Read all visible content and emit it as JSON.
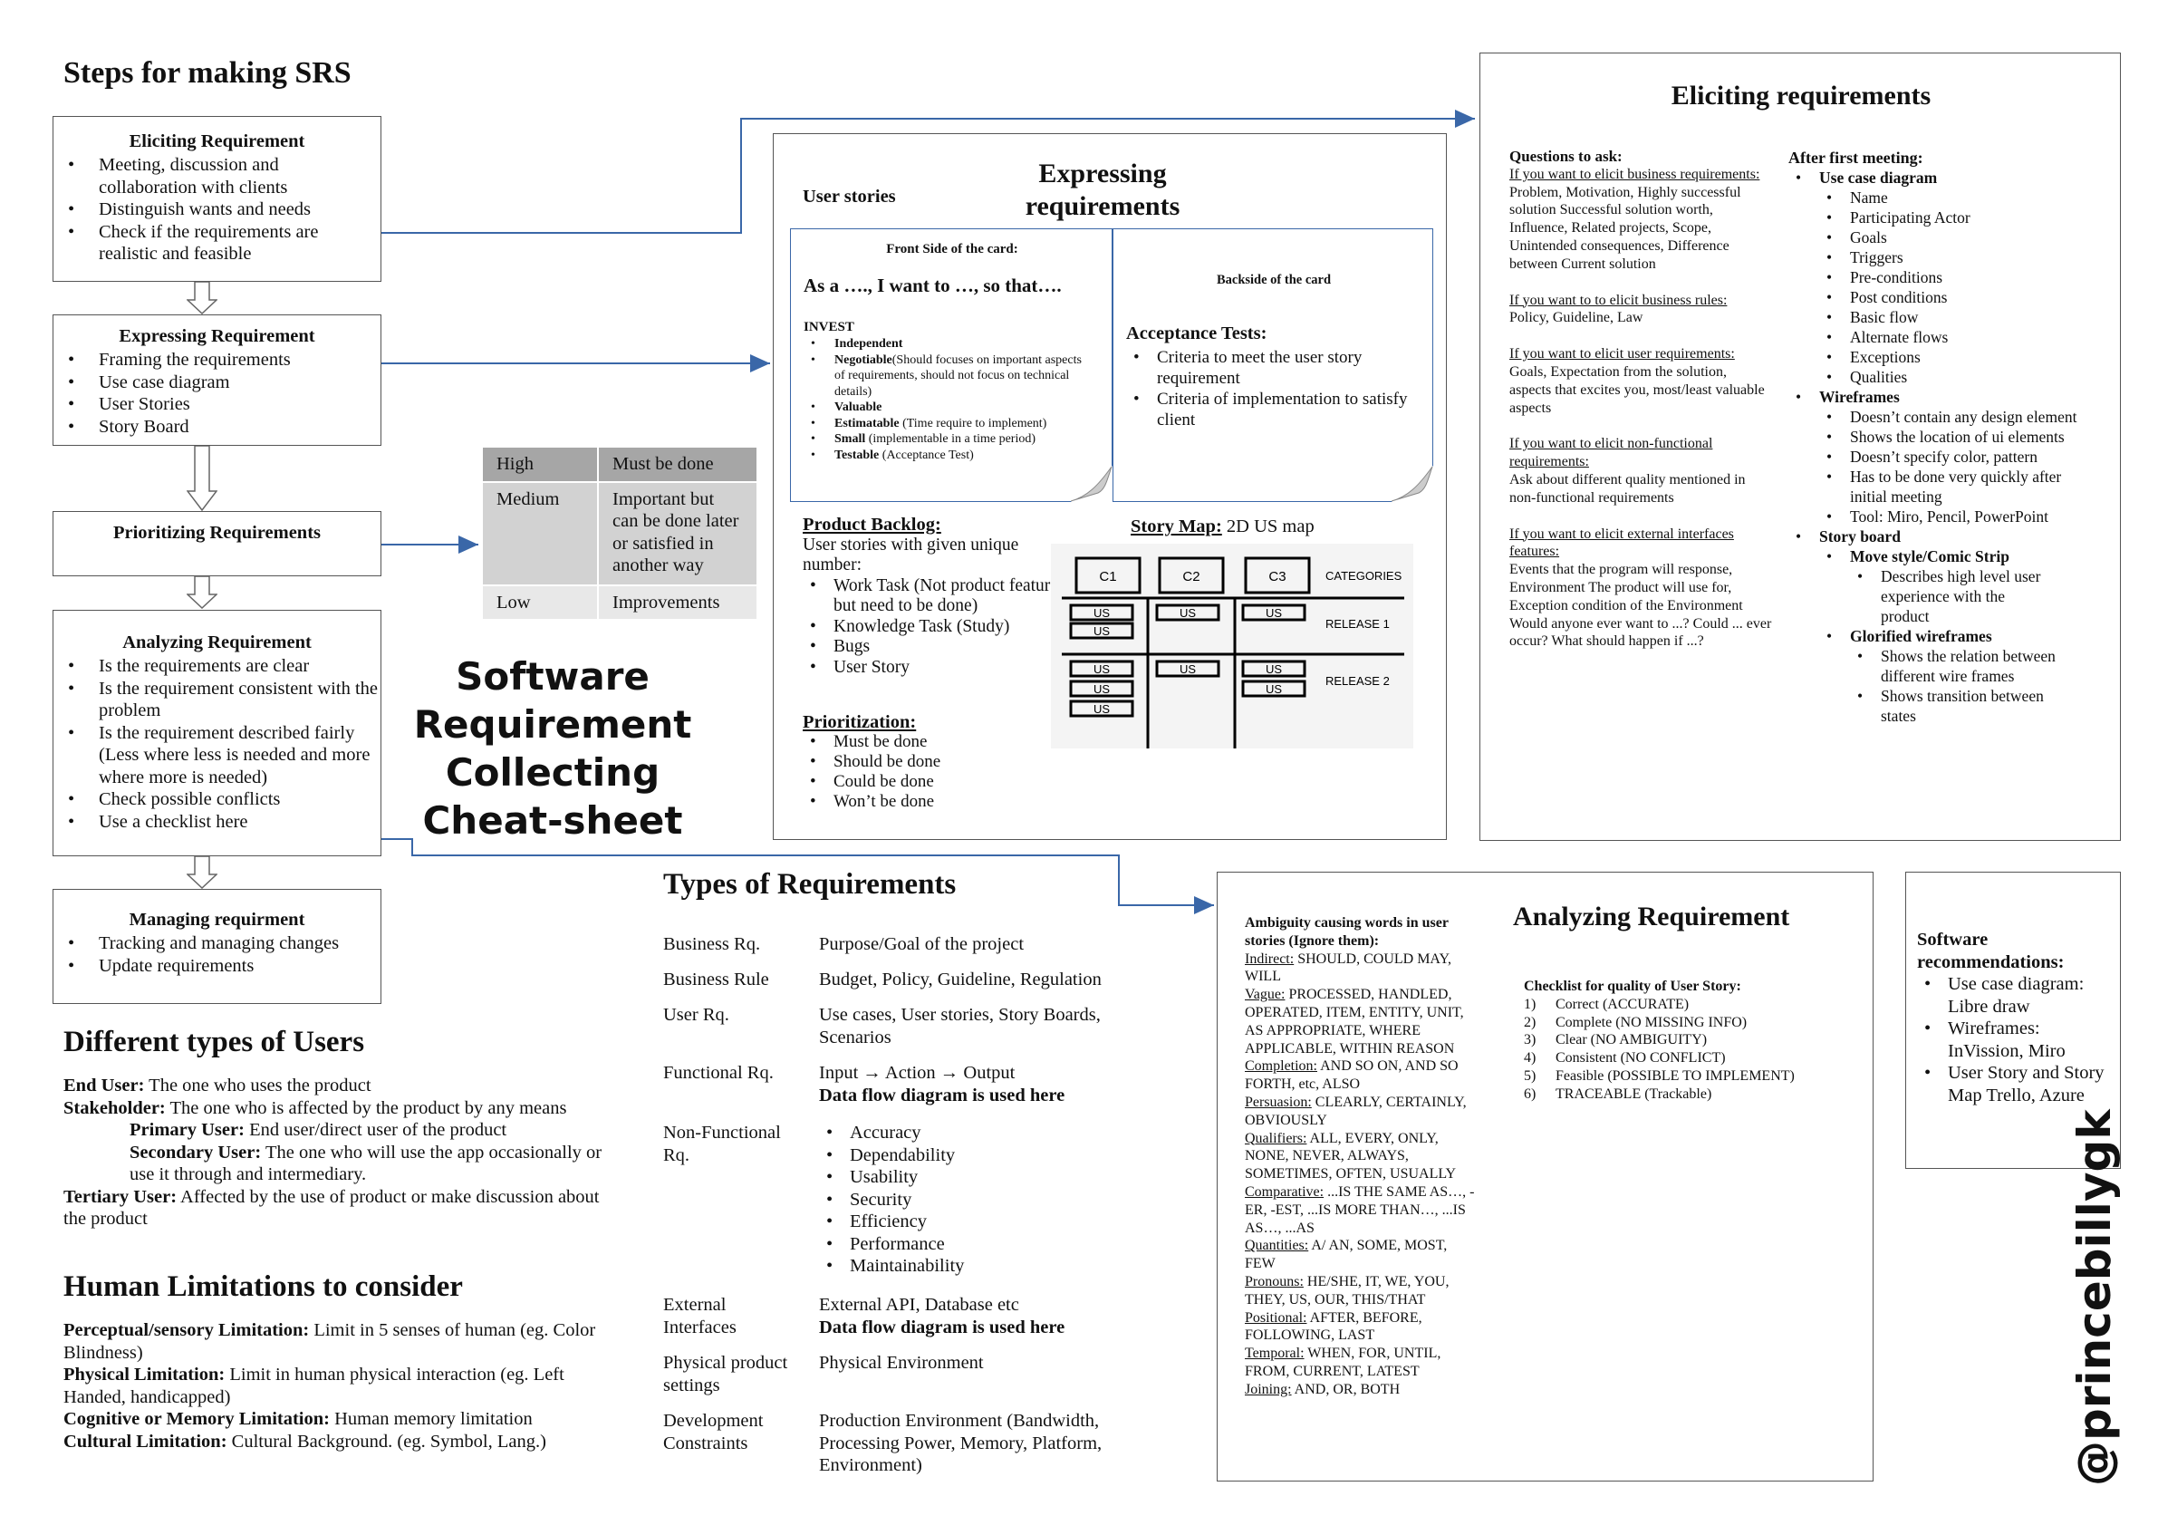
{
  "steps": {
    "title": "Steps for making SRS",
    "eliciting": {
      "title": "Eliciting Requirement",
      "items": [
        "Meeting, discussion and collaboration with clients",
        "Distinguish wants and needs",
        "Check if the requirements are realistic and feasible"
      ]
    },
    "expressing": {
      "title": "Expressing Requirement",
      "items": [
        "Framing the requirements",
        "Use case diagram",
        "User Stories",
        "Story Board"
      ]
    },
    "prioritizing": {
      "title": "Prioritizing Requirements"
    },
    "analyzing": {
      "title": "Analyzing Requirement",
      "items": [
        "Is the requirements are clear",
        "Is the requirement consistent with the problem",
        "Is the requirement described fairly (Less where less is needed and more where more is needed)",
        "Check possible conflicts",
        "Use a checklist here"
      ]
    },
    "managing": {
      "title": "Managing requirment",
      "items": [
        "Tracking and managing changes",
        "Update requirements"
      ]
    }
  },
  "priority_table": [
    [
      "High",
      "Must be done"
    ],
    [
      "Medium",
      "Important but can be done later or satisfied in another way"
    ],
    [
      "Low",
      "Improvements"
    ]
  ],
  "cheatsheet_title": [
    "Software",
    "Requirement",
    "Collecting",
    "Cheat-sheet"
  ],
  "users": {
    "title": "Different types of Users",
    "end_k": "End User:",
    "end_v": " The one who uses the product",
    "stake_k": "Stakeholder:",
    "stake_v": " The one who is affected by the product by any means",
    "prim_k": "Primary User:",
    "prim_v": " End user/direct user of the product",
    "sec_k": "Secondary User:",
    "sec_v": " The one who will use the app occasionally or use it through and intermediary.",
    "ter_k": "Tertiary User:",
    "ter_v": " Affected by the use of product or make discussion about the product"
  },
  "limits": {
    "title": "Human Limitations to consider",
    "p_k": "Perceptual/sensory Limitation:",
    "p_v": " Limit in 5 senses of human (eg. Color Blindness)",
    "ph_k": "Physical Limitation:",
    "ph_v": " Limit in human physical interaction (eg. Left Handed, handicapped)",
    "c_k": "Cognitive or Memory Limitation:",
    "c_v": " Human memory limitation",
    "cu_k": "Cultural Limitation:",
    "cu_v": " Cultural Background. (eg. Symbol, Lang.)"
  },
  "types": {
    "title": "Types of Requirements",
    "r1k": "Business Rq.",
    "r1v": "Purpose/Goal of the project",
    "r2k": "Business Rule",
    "r2v": "Budget, Policy, Guideline, Regulation",
    "r3k": "User Rq.",
    "r3v": "Use cases, User stories, Story Boards, Scenarios",
    "r4k": "Functional Rq.",
    "r4v": "Input → Action → Output",
    "r4b": "Data flow diagram is used here",
    "r5k": "Non-Functional Rq.",
    "r5items": [
      "Accuracy",
      "Dependability",
      "Usability",
      "Security",
      "Efficiency",
      "Performance",
      "Maintainability"
    ],
    "r6k": "External Interfaces",
    "r6v": "External API, Database etc",
    "r6b": "Data flow diagram is used here",
    "r7k": "Physical product settings",
    "r7v": "Physical Environment",
    "r8k": "Development Constraints",
    "r8v": "Production Environment (Bandwidth, Processing Power, Memory, Platform, Environment)"
  },
  "expressing": {
    "title": "Expressing requirements",
    "user_stories": "User stories",
    "front_title": "Front Side of the card:",
    "front_story": "As a …., I want to …, so that….",
    "invest": "INVEST",
    "invest_items": [
      [
        "Independent",
        ""
      ],
      [
        "Negotiable",
        "(Should focuses on important aspects of requirements, should not focus on technical details)"
      ],
      [
        "Valuable",
        ""
      ],
      [
        "Estimatable",
        " (Time require to implement)"
      ],
      [
        "Small",
        " (implementable in a time period)"
      ],
      [
        "Testable",
        " (Acceptance Test)"
      ]
    ],
    "back_title": "Backside of the card",
    "accept": "Acceptance Tests:",
    "accept_items": [
      "Criteria to meet the user story requirement",
      "Criteria of implementation to satisfy client"
    ],
    "backlog": "Product Backlog:",
    "backlog_desc": "User stories with given unique number:",
    "backlog_items": [
      "Work Task (Not product feature but need to be done)",
      "Knowledge Task (Study)",
      "Bugs",
      "User Story"
    ],
    "prio": "Prioritization:",
    "prio_items": [
      "Must be done",
      "Should be done",
      "Could be done",
      "Won’t be done"
    ],
    "map_title": "Story Map:",
    "map_sub": " 2D US map",
    "map": {
      "cats": [
        "C1",
        "C2",
        "C3"
      ],
      "categories": "CATEGORIES",
      "release1": "RELEASE 1",
      "release2": "RELEASE 2",
      "us": "US"
    }
  },
  "eliciting": {
    "title": "Eliciting requirements",
    "questions": "Questions to ask:",
    "q1": "If you want to elicit business requirements:",
    "a1": "Problem, Motivation, Highly successful solution Successful solution worth, Influence, Related projects, Scope, Unintended consequences, Difference between Current solution",
    "q2": "If you want to to elicit business rules:",
    "a2": "Policy, Guideline, Law",
    "q3": "If you want to elicit user requirements:",
    "a3": "Goals, Expectation from the solution, aspects that excites you, most/least valuable aspects",
    "q4": "If you want to elicit non-functional requirements:",
    "a4": "Ask about different quality mentioned in non-functional requirements",
    "q5": "If you want to elicit external interfaces features:",
    "a5": "Events that the program will response, Environment The product will use for, Exception condition of the Environment Would anyone ever want to ...? Could ... ever occur? What should happen if ...?",
    "after": "After first meeting:",
    "usecase": "Use case diagram",
    "usecase_items": [
      "Name",
      "Participating Actor",
      "Goals",
      "Triggers",
      "Pre-conditions",
      "Post conditions",
      "Basic flow",
      "Alternate flows",
      "Exceptions",
      "Qualities"
    ],
    "wire": "Wireframes",
    "wire_items": [
      "Doesn’t contain any design element",
      "Shows the location of ui elements",
      "Doesn’t specify color, pattern",
      "Has to be done very quickly after initial meeting",
      "Tool: Miro, Pencil, PowerPoint"
    ],
    "story": "Story board",
    "move": "Move style/Comic Strip",
    "move_items": [
      "Describes high level user experience with the product"
    ],
    "glor": "Glorified wireframes",
    "glor_items": [
      "Shows the relation between different wire frames",
      "Shows transition between states"
    ]
  },
  "analyzing": {
    "title": "Analyzing Requirement",
    "amb": "Ambiguity causing words in user stories (Ignore them):",
    "words": [
      [
        "Indirect:",
        " SHOULD, COULD MAY, WILL"
      ],
      [
        "Vague:",
        " PROCESSED, HANDLED, OPERATED, ITEM, ENTITY, UNIT, AS APPROPRIATE, WHERE APPLICABLE, WITHIN REASON"
      ],
      [
        "Completion:",
        " AND SO ON, AND SO FORTH, etc, ALSO"
      ],
      [
        "Persuasion:",
        " CLEARLY, CERTAINLY, OBVIOUSLY"
      ],
      [
        "Qualifiers:",
        " ALL, EVERY, ONLY, NONE, NEVER, ALWAYS, SOMETIMES, OFTEN, USUALLY"
      ],
      [
        "Comparative:",
        " ...IS THE SAME AS…, -ER, -EST, ...IS MORE THAN…, ...IS AS…, ...AS"
      ],
      [
        "Quantities:",
        " A/ AN, SOME, MOST, FEW"
      ],
      [
        "Pronouns:",
        " HE/SHE, IT, WE, YOU, THEY, US, OUR, THIS/THAT"
      ],
      [
        "Positional:",
        " AFTER, BEFORE, FOLLOWING, LAST"
      ],
      [
        "Temporal:",
        " WHEN, FOR, UNTIL, FROM, CURRENT, LATEST"
      ],
      [
        "Joining:",
        " AND, OR, BOTH"
      ]
    ],
    "check": "Checklist for quality of User Story:",
    "check_items": [
      [
        "1)",
        "Correct (ACCURATE)"
      ],
      [
        "2)",
        "Complete (NO MISSING INFO)"
      ],
      [
        "3)",
        "Clear (NO AMBIGUITY)"
      ],
      [
        "4)",
        "Consistent (NO CONFLICT)"
      ],
      [
        "5)",
        "Feasible  (POSSIBLE TO IMPLEMENT)"
      ],
      [
        "6)",
        "TRACEABLE (Trackable)"
      ]
    ]
  },
  "software": {
    "title": "Software recommendations:",
    "items": [
      "Use case diagram: Libre draw",
      "Wireframes: InVission, Miro",
      "User Story and Story Map Trello, Azure"
    ]
  },
  "handle": "@princebillygk"
}
